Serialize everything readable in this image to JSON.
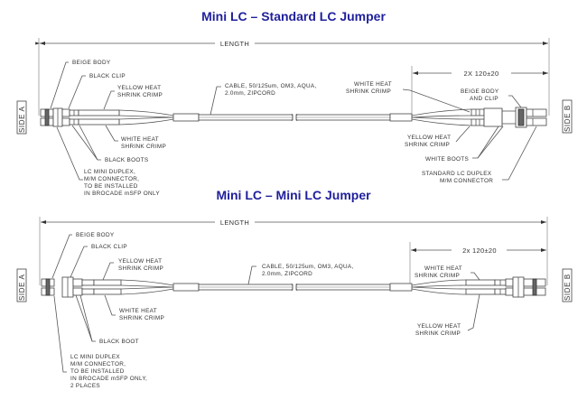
{
  "diagrams": [
    {
      "title": "Mini LC – Standard LC Jumper",
      "length_label": "LENGTH",
      "end_dimension": "2X 120±20",
      "side_a": "SIDE A",
      "side_b": "SIDE B",
      "cable_label": [
        "CABLE, 50/125um, OM3, AQUA,",
        "2.0mm, ZIPCORD"
      ],
      "left_labels": {
        "body": "BEIGE BODY",
        "clip": "BLACK CLIP",
        "yellow_crimp": [
          "YELLOW HEAT",
          "SHRINK CRIMP"
        ],
        "white_crimp": [
          "WHITE HEAT",
          "SHRINK CRIMP"
        ],
        "boots": "BLACK BOOTS",
        "connector": [
          "LC MINI DUPLEX,",
          "M/M CONNECTOR,",
          "TO BE INSTALLED",
          "IN BROCADE mSFP ONLY"
        ]
      },
      "right_labels": {
        "white_crimp": [
          "WHITE HEAT",
          "SHRINK CRIMP"
        ],
        "body_clip": [
          "BEIGE BODY",
          "AND CLIP"
        ],
        "yellow_crimp": [
          "YELLOW HEAT",
          "SHRINK CRIMP"
        ],
        "boots": "WHITE BOOTS",
        "connector": [
          "STANDARD LC DUPLEX",
          "M/M CONNECTOR"
        ]
      }
    },
    {
      "title": "Mini LC – Mini LC Jumper",
      "length_label": "LENGTH",
      "end_dimension": "2x 120±20",
      "side_a": "SIDE A",
      "side_b": "SIDE B",
      "cable_label": [
        "CABLE, 50/125um, OM3, AQUA,",
        "2.0mm, ZIPCORD"
      ],
      "left_labels": {
        "body": "BEIGE BODY",
        "clip": "BLACK CLIP",
        "yellow_crimp": [
          "YELLOW HEAT",
          "SHRINK CRIMP"
        ],
        "white_crimp": [
          "WHITE HEAT",
          "SHRINK CRIMP"
        ],
        "boots": "BLACK BOOT",
        "connector": [
          "LC MINI DUPLEX",
          "M/M CONNECTOR,",
          "TO BE INSTALLED",
          "IN BROCADE mSFP ONLY,",
          "2 PLACES"
        ]
      },
      "right_labels": {
        "white_crimp": [
          "WHITE HEAT",
          "SHRINK CRIMP"
        ],
        "yellow_crimp": [
          "YELLOW HEAT",
          "SHRINK CRIMP"
        ]
      }
    }
  ]
}
